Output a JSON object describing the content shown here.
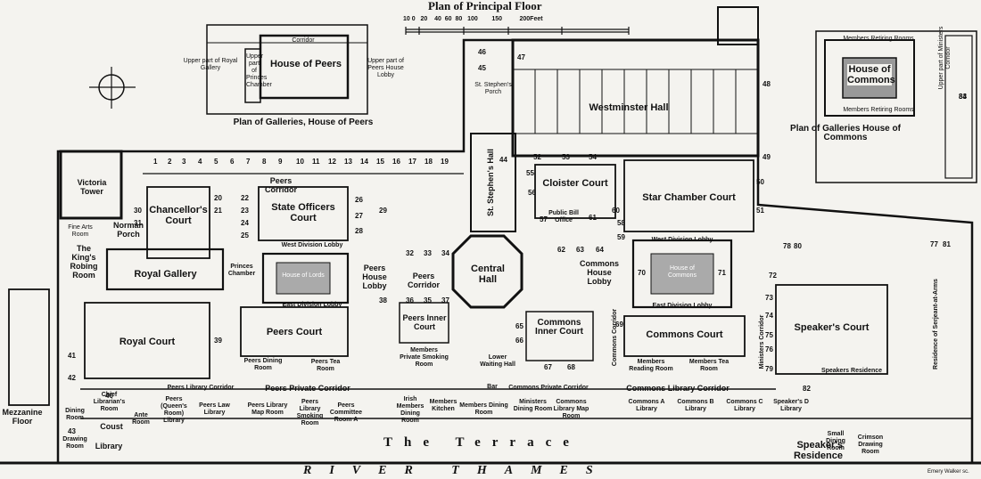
{
  "title": "Plan of Principal Floor",
  "scale": {
    "ticks": [
      "10",
      "0",
      "20",
      "40",
      "60",
      "80",
      "100",
      "150",
      "200"
    ],
    "unit": "Feet"
  },
  "terrace": "The Terrace",
  "river": "RIVER THAMES",
  "credit": "Emery Walker sc.",
  "peers_gallery": {
    "caption": "Plan of Galleries, House of Peers",
    "house": "House of Peers",
    "corridor": "Corridor",
    "left_note": "Upper part of Royal Gallery",
    "princes": "Upper part of Princes Chamber",
    "right_note": "Upper part of Peers House Lobby"
  },
  "commons_gallery": {
    "caption": "Plan of Galleries House of Commons",
    "house": "House of Commons",
    "top_room": "Members Retiring Rooms",
    "bottom_room": "Members Retiring Rooms",
    "side_note": "Upper part of Ministers Corridor"
  },
  "rooms": {
    "westminster_hall": "Westminster Hall",
    "st_stephens_hall": "St. Stephen's Hall",
    "st_stephens_porch": "St. Stephen's Porch",
    "cloister_court": "Cloister Court",
    "star_chamber": "Star Chamber Court",
    "victoria_tower": "Victoria Tower",
    "chancellors_court": "Chancellor's Court",
    "state_officers": "State Officers Court",
    "norman_porch": "Norman Porch",
    "fine_arts": "Fine Arts Room",
    "kings_robing": "The King's Robing Room",
    "royal_gallery": "Royal Gallery",
    "princes_chamber": "Princes Chamber",
    "peers_house_lobby": "Peers House Lobby",
    "central_hall": "Central Hall",
    "commons_house_lobby": "Commons House Lobby",
    "royal_court": "Royal Court",
    "peers_court": "Peers Court",
    "peers_inner_court": "Peers Inner Court",
    "commons_inner_court": "Commons Inner Court",
    "commons_court": "Commons Court",
    "speakers_court": "Speaker's Court",
    "peers_dining": "Peers Dining Room",
    "peers_tea": "Peers Tea Room",
    "members_smoking": "Members Private Smoking Room",
    "lower_waiting": "Lower Waiting Hall",
    "members_reading": "Members Reading Room",
    "members_tea": "Members Tea Room",
    "west_div_lobby_l": "West Division Lobby",
    "east_div_lobby_l": "East Division Lobby",
    "west_div_lobby_r": "West Division Lobby",
    "east_div_lobby_r": "East Division Lobby",
    "house_of_lords": "House of Lords",
    "house_of_commons": "House of Commons",
    "peers_corridor": "Peers Corridor",
    "peers_corridor2": "Peers Corridor",
    "peers_private_corridor": "Peers Private Corridor",
    "peers_library_corridor": "Peers Library Corridor",
    "commons_private_corridor": "Commons Private Corridor",
    "commons_library_corridor": "Commons Library Corridor",
    "commons_corridor": "Commons Corridor",
    "ministers_corridor": "Ministers Corridor",
    "residence_serjeant": "Residence of Serjeant-at-Arms",
    "speakers_residence": "Speakers Residence",
    "speakers_residence_big": "Speaker's Residence",
    "mezzanine": "Mezzanine Floor",
    "library": "Library",
    "coust": "Coust",
    "drawing_room": "Drawing Room",
    "dining_room": "Dining Room",
    "chief_librarian": "Chief Librarian's Room",
    "ante_room": "Ante Room",
    "peers_queens": "Peers (Queen's Room) Library",
    "peers_law": "Peers Law Library",
    "peers_map": "Peers Library Map Room",
    "peers_smoking": "Peers Library Smoking Room",
    "peers_committee": "Peers Committee Room A",
    "irish_members": "Irish Members Dining Room",
    "members_kitchen": "Members Kitchen",
    "members_dining": "Members Dining Room",
    "ministers_dining": "Ministers Dining Room",
    "commons_map": "Commons Library Map Room",
    "commons_a": "Commons A Library",
    "commons_b": "Commons B Library",
    "commons_c": "Commons C Library",
    "speakers_d": "Speaker's D Library",
    "small_dining": "Small Dining Room",
    "crimson_drawing": "Crimson Drawing Room",
    "bar": "Bar",
    "public_bill": "Public Bill Office"
  },
  "numbers": [
    "1",
    "2",
    "3",
    "4",
    "5",
    "6",
    "7",
    "8",
    "9",
    "10",
    "11",
    "12",
    "13",
    "14",
    "15",
    "16",
    "17",
    "18",
    "19",
    "20",
    "21",
    "22",
    "23",
    "24",
    "25",
    "26",
    "27",
    "28",
    "29",
    "30",
    "31",
    "32",
    "33",
    "34",
    "35",
    "36",
    "37",
    "38",
    "39",
    "40",
    "41",
    "42",
    "43",
    "44",
    "45",
    "46",
    "47",
    "48",
    "49",
    "50",
    "51",
    "52",
    "53",
    "54",
    "55",
    "56",
    "57",
    "58",
    "59",
    "60",
    "61",
    "62",
    "63",
    "64",
    "65",
    "66",
    "67",
    "68",
    "69",
    "70",
    "71",
    "72",
    "73",
    "74",
    "75",
    "76",
    "77",
    "78",
    "79",
    "80",
    "81",
    "82",
    "83",
    "84"
  ]
}
